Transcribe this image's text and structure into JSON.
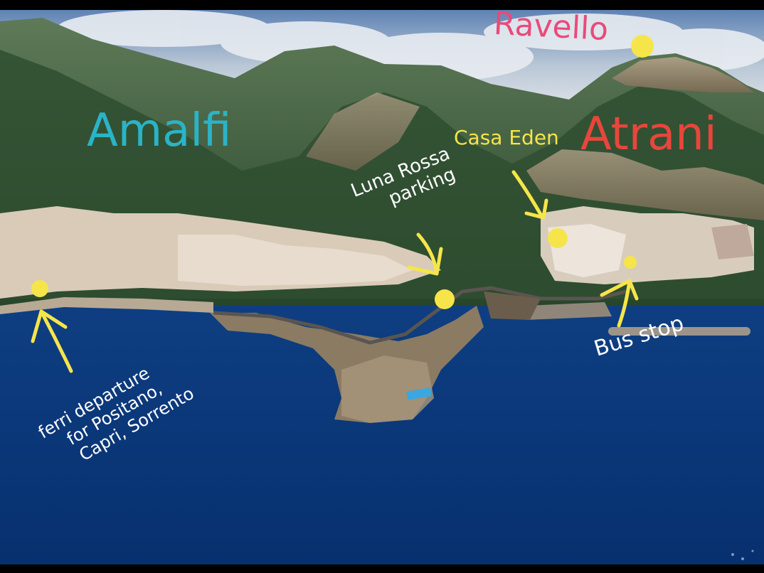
{
  "labels": {
    "ravello": "Ravello",
    "amalfi": "Amalfi",
    "atrani": "Atrani",
    "casa_eden": "Casa Eden",
    "luna_rossa_line1": "Luna Rossa",
    "luna_rossa_line2": "parking",
    "bus_stop": "Bus stop",
    "ferry_line1": "ferri departure",
    "ferry_line2": "for Positano,",
    "ferry_line3": "Capri, Sorrento"
  },
  "colors": {
    "ravello": "#e94a7a",
    "amalfi": "#2bb3c7",
    "atrani": "#e8463c",
    "annotation": "#ffffff",
    "marker": "#f6e54a",
    "sea": "#0d3f86",
    "sky": "#9cb6d2"
  },
  "icons": [
    "location-dot-icon",
    "arrow-icon"
  ]
}
